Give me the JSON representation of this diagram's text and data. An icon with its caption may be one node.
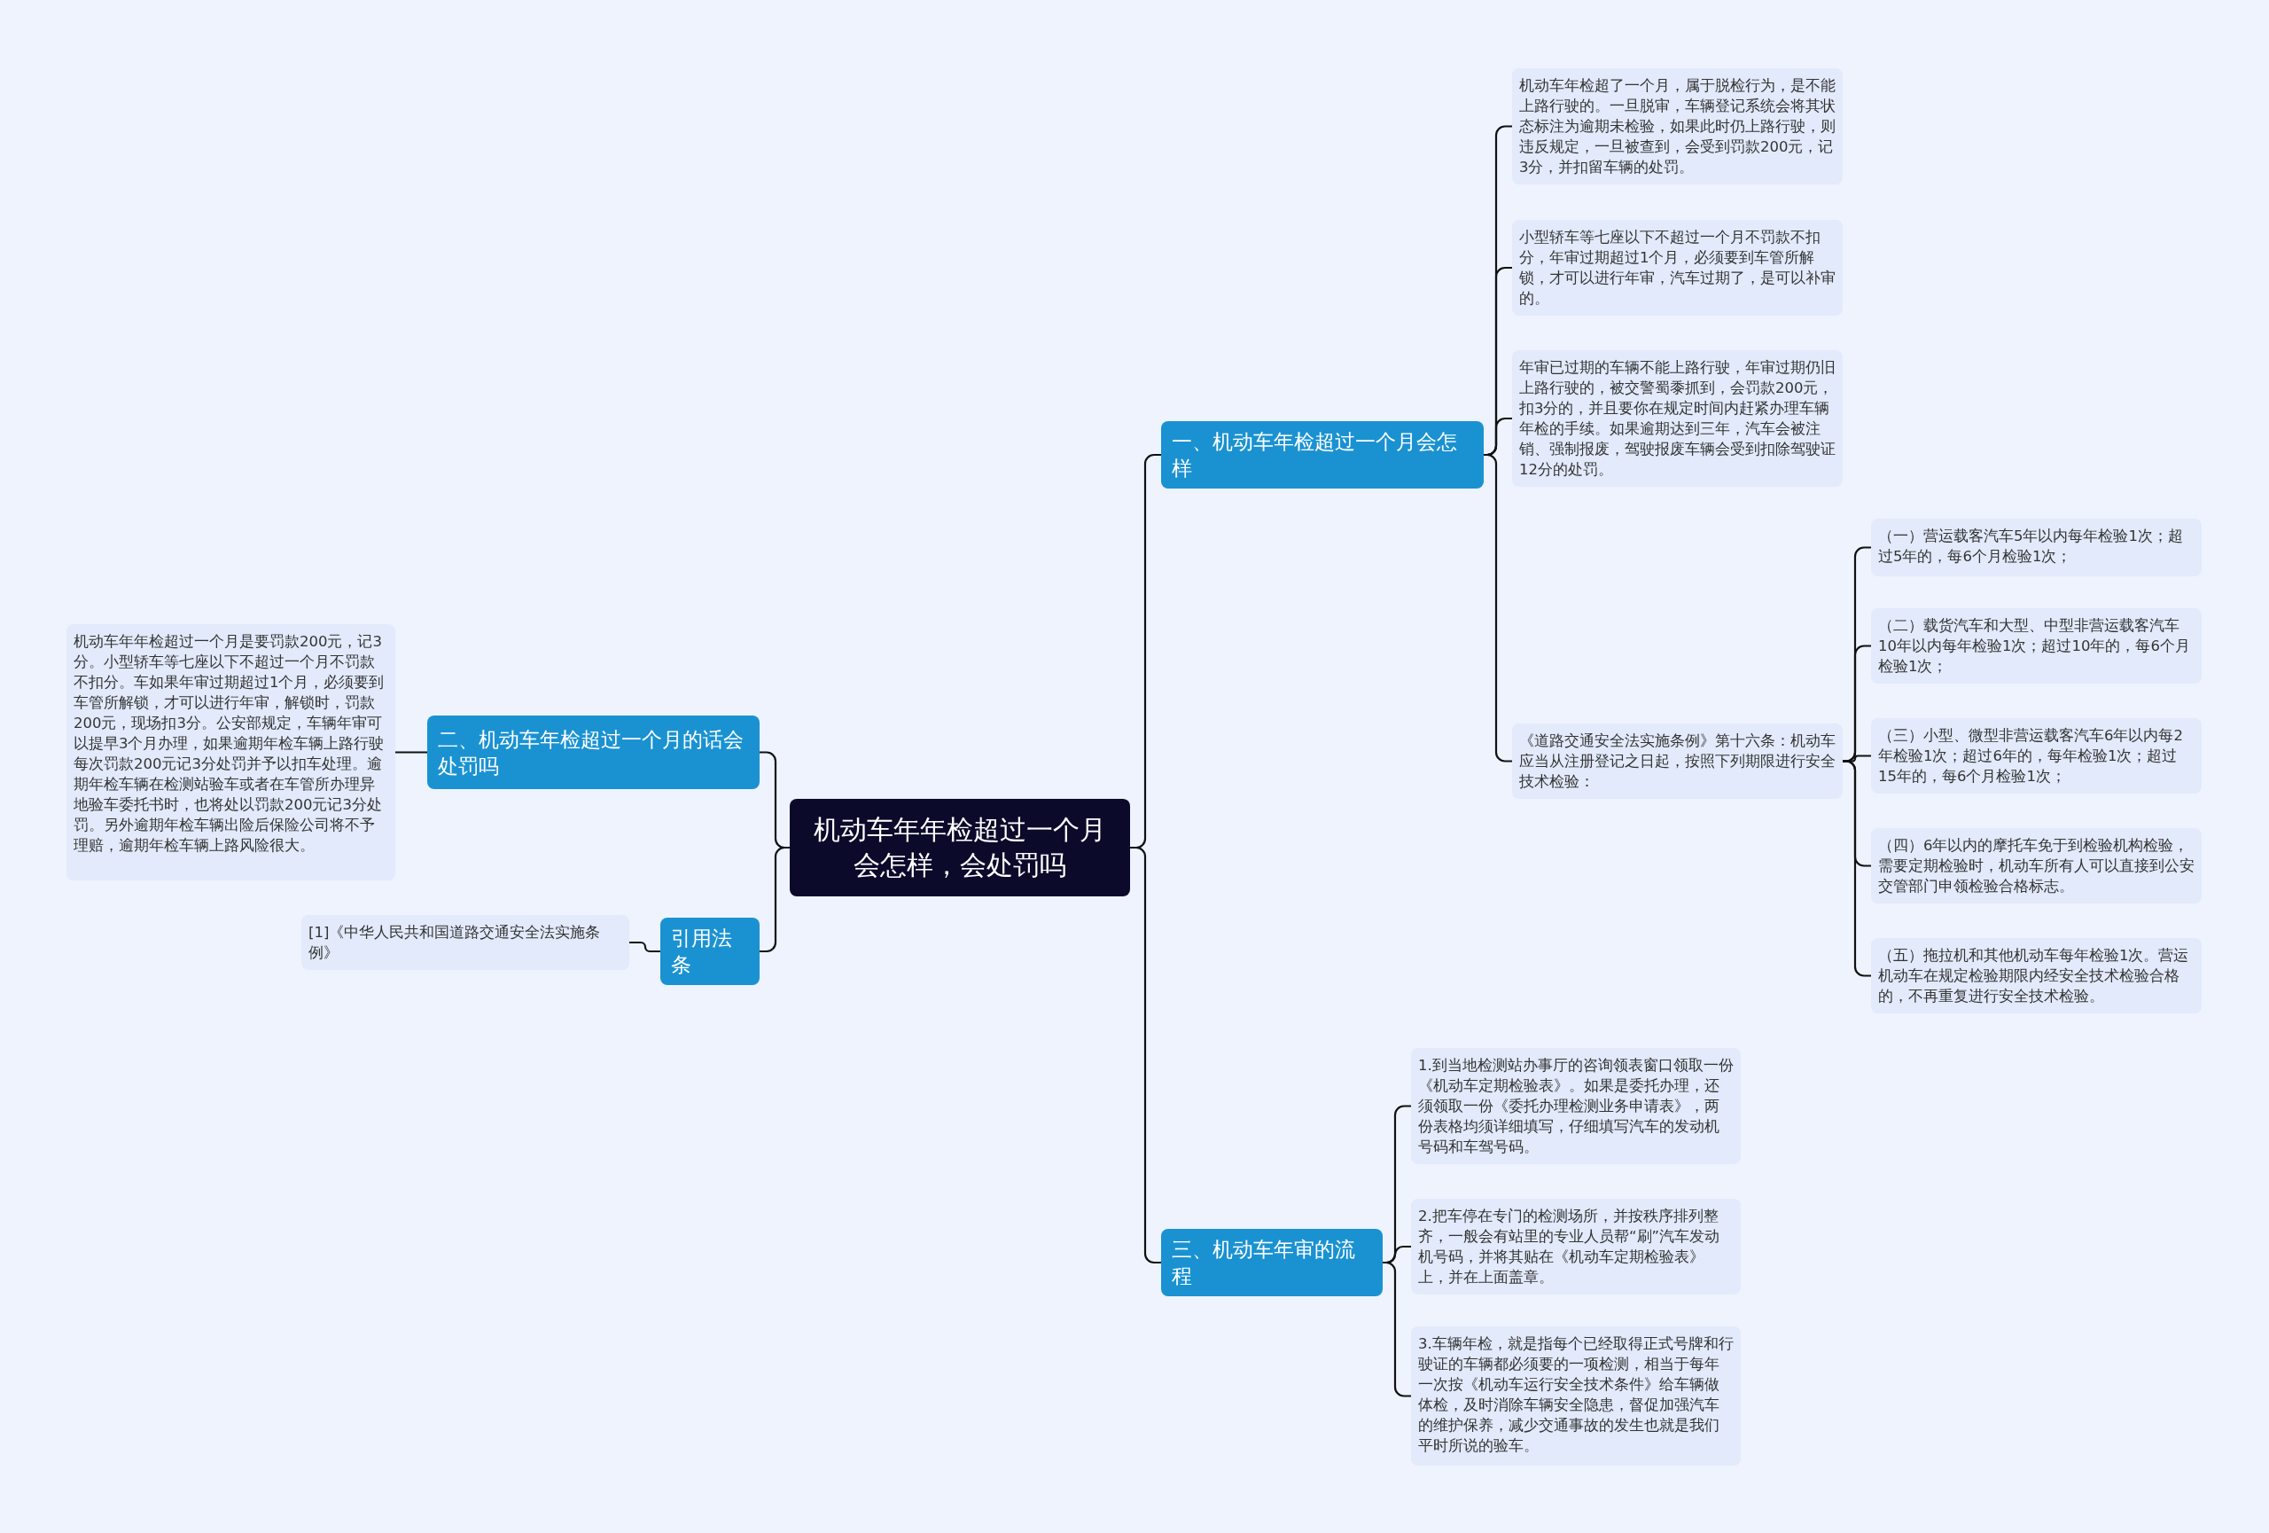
{
  "diagram": {
    "nodes": [
      {
        "text": [
          "机动车年年检超过一个月会怎样，会处罚吗"
        ]
      },
      {
        "text": [
          "一、机动车年检超过一个月会怎样"
        ]
      },
      {
        "text": [
          "机动车年检超了一个月，属于脱检行为，是不能上路行驶的。一旦脱审，车辆登记系统会将其状态标注为逾期未检验，如果此时仍上路行驶，则违反规定，一旦被查到，会受到罚款200元，记3分，并扣留车辆的处罚。"
        ]
      },
      {
        "text": [
          "小型轿车等七座以下不超过一个月不罚款不扣分，年审过期超过1个月，必须要到车管所解锁，才可以进行年审，汽车过期了，是可以补审的。"
        ]
      },
      {
        "text": [
          "年审已过期的车辆不能上路行驶，年审过期仍旧上路行驶的，被交警蜀黍抓到，会罚款200元，扣3分的，并且要你在规定时间内赶紧办理车辆年检的手续。如果逾期达到三年，汽车会被注销、强制报废，驾驶报废车辆会受到扣除驾驶证12分的处罚。"
        ]
      },
      {
        "text": [
          "《道路交通安全法实施条例》第十六条：机动车应当从注册登记之日起，按照下列期限进行安全技术检验："
        ]
      },
      {
        "text": [
          "（一）营运载客汽车5年以内每年检验1次；超过5年的，每6个月检验1次；"
        ]
      },
      {
        "text": [
          "（二）载货汽车和大型、中型非营运载客汽车10年以内每年检验1次；超过10年的，每6个月检验1次；"
        ]
      },
      {
        "text": [
          "（三）小型、微型非营运载客汽车6年以内每2年检验1次；超过6年的，每年检验1次；超过15年的，每6个月检验1次；"
        ]
      },
      {
        "text": [
          "（四）6年以内的摩托车免于到检验机构检验，需要定期检验时，机动车所有人可以直接到公安交管部门申领检验合格标志。"
        ]
      },
      {
        "text": [
          "（五）拖拉机和其他机动车每年检验1次。营运机动车在规定检验期限内经安全技术检验合格的，不再重复进行安全技术检验。"
        ]
      },
      {
        "text": [
          "三、机动车年审的流程"
        ]
      },
      {
        "text": [
          "1.到当地检测站办事厅的咨询领表窗口领取一份《机动车定期检验表》。如果是委托办理，还须领取一份《委托办理检测业务申请表》，两份表格均须详细填写，仔细填写汽车的发动机号码和车驾号码。"
        ]
      },
      {
        "text": [
          "2.把车停在专门的检测场所，并按秩序排列整齐，一般会有站里的专业人员帮“刷”汽车发动机号码，并将其贴在《机动车定期检验表》上，并在上面盖章。"
        ]
      },
      {
        "text": [
          "3.车辆年检，就是指每个已经取得正式号牌和行驶证的车辆都必须要的一项检测，相当于每年一次按《机动车运行安全技术条件》给车辆做体检，及时消除车辆安全隐患，督促加强汽车的维护保养，减少交通事故的发生也就是我们平时所说的验车。"
        ]
      },
      {
        "text": [
          "二、机动车年检超过一个月的话会处罚吗"
        ]
      },
      {
        "text": [
          "机动车年年检超过一个月是要罚款200元，记3分。小型轿车等七座以下不超过一个月不罚款不扣分。车如果年审过期超过1个月，必须要到车管所解锁，才可以进行年审，解锁时，罚款200元，现场扣3分。公安部规定，车辆年审可以提早3个月办理，如果逾期年检车辆上路行驶每次罚款200元记3分处罚并予以扣车处理。逾期年检车辆在检测站验车或者在车管所办理异地验车委托书时，也将处以罚款200元记3分处罚。另外逾期年检车辆出险后保险公司将不予理赔，逾期年检车辆上路风险很大。"
        ]
      },
      {
        "text": [
          "引用法条"
        ]
      },
      {
        "text": [
          "[1]《中华人民共和国道路交通安全法实施条例》"
        ]
      }
    ],
    "edges": [
      {
        "from": 0,
        "to": 1,
        "arrow": "none"
      },
      {
        "from": 1,
        "to": 2,
        "arrow": "none"
      },
      {
        "from": 1,
        "to": 3,
        "arrow": "none"
      },
      {
        "from": 1,
        "to": 4,
        "arrow": "none"
      },
      {
        "from": 1,
        "to": 5,
        "arrow": "none"
      },
      {
        "from": 5,
        "to": 6,
        "arrow": "none"
      },
      {
        "from": 5,
        "to": 7,
        "arrow": "none"
      },
      {
        "from": 5,
        "to": 8,
        "arrow": "none"
      },
      {
        "from": 5,
        "to": 9,
        "arrow": "none"
      },
      {
        "from": 5,
        "to": 10,
        "arrow": "none"
      },
      {
        "from": 0,
        "to": 11,
        "arrow": "none"
      },
      {
        "from": 11,
        "to": 12,
        "arrow": "none"
      },
      {
        "from": 11,
        "to": 13,
        "arrow": "none"
      },
      {
        "from": 11,
        "to": 14,
        "arrow": "none"
      },
      {
        "from": 0,
        "to": 15,
        "arrow": "none"
      },
      {
        "from": 15,
        "to": 16,
        "arrow": "none"
      },
      {
        "from": 0,
        "to": 17,
        "arrow": "none"
      },
      {
        "from": 17,
        "to": 18,
        "arrow": "none"
      }
    ]
  }
}
